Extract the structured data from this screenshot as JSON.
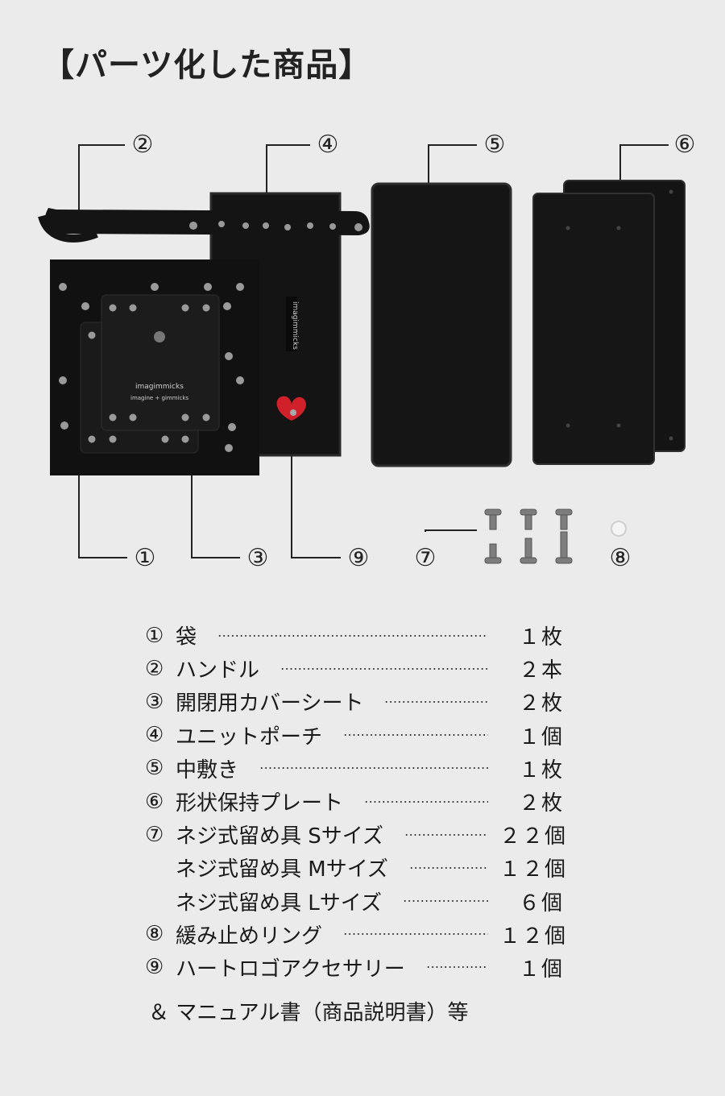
{
  "title": "【パーツ化した商品】",
  "figure": {
    "callouts": [
      "①",
      "②",
      "③",
      "④",
      "⑤",
      "⑥",
      "⑦",
      "⑧",
      "⑨"
    ],
    "brand_logo": "imagimmicks",
    "brand_tagline": "imagine + gimmicks"
  },
  "parts": [
    {
      "no": "①",
      "name": "袋",
      "qty": "１枚"
    },
    {
      "no": "②",
      "name": "ハンドル",
      "qty": "２本"
    },
    {
      "no": "③",
      "name": "開閉用カバーシート",
      "qty": "２枚"
    },
    {
      "no": "④",
      "name": "ユニットポーチ",
      "qty": "１個"
    },
    {
      "no": "⑤",
      "name": "中敷き",
      "qty": "１枚"
    },
    {
      "no": "⑥",
      "name": "形状保持プレート",
      "qty": "２枚"
    },
    {
      "no": "⑦",
      "name": "ネジ式留め具 Sサイズ",
      "qty": "２２個"
    },
    {
      "no": "",
      "name": "ネジ式留め具 Mサイズ",
      "qty": "１２個"
    },
    {
      "no": "",
      "name": "ネジ式留め具 Lサイズ",
      "qty": "６個"
    },
    {
      "no": "⑧",
      "name": "緩み止めリング",
      "qty": "１２個"
    },
    {
      "no": "⑨",
      "name": "ハートロゴアクセサリー",
      "qty": "１個"
    }
  ],
  "footer": "＆ マニュアル書（商品説明書）等",
  "colors": {
    "background": "#ebebeb",
    "product": "#121212",
    "accent_red": "#d0202a",
    "metal": "#8a8a8a"
  }
}
